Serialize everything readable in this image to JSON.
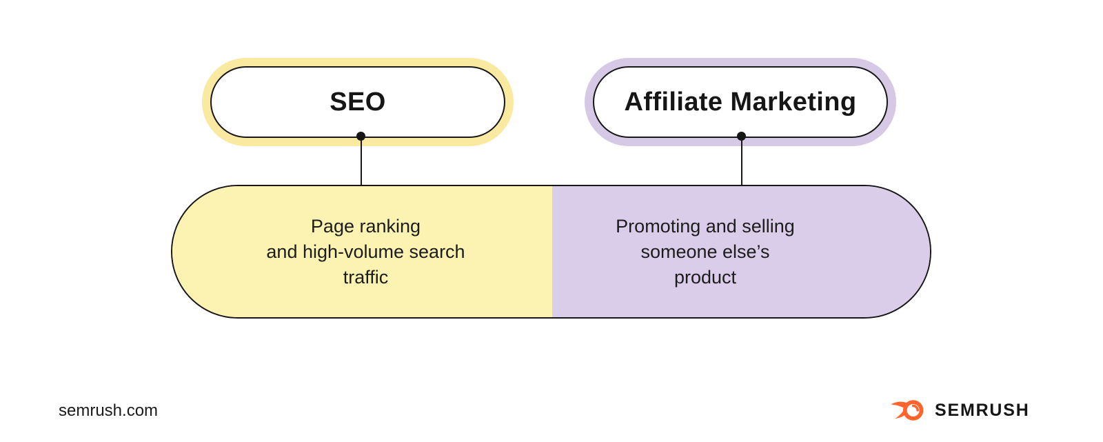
{
  "canvas": {
    "background": "#ffffff",
    "line_color": "#161616"
  },
  "top_nodes": [
    {
      "id": "seo",
      "label": "SEO",
      "glow_color": "#F9E9A1",
      "fill": "#ffffff"
    },
    {
      "id": "affiliate-marketing",
      "label": "Affiliate Marketing",
      "glow_color": "#D5C9E6",
      "fill": "#ffffff"
    }
  ],
  "comparison_pill": {
    "left": {
      "node_id": "seo",
      "fill": "#FCF2B1",
      "lines": [
        "Page ranking",
        "and high-volume search",
        "traffic"
      ]
    },
    "right": {
      "node_id": "affiliate-marketing",
      "fill": "#D9CDE9",
      "lines": [
        "Promoting and selling",
        "someone else’s",
        "product"
      ]
    }
  },
  "footer": {
    "site_url": "semrush.com",
    "brand": "SEMRUSH",
    "brand_color": "#FF642D",
    "logo_icon": "semrush-comet-icon"
  }
}
